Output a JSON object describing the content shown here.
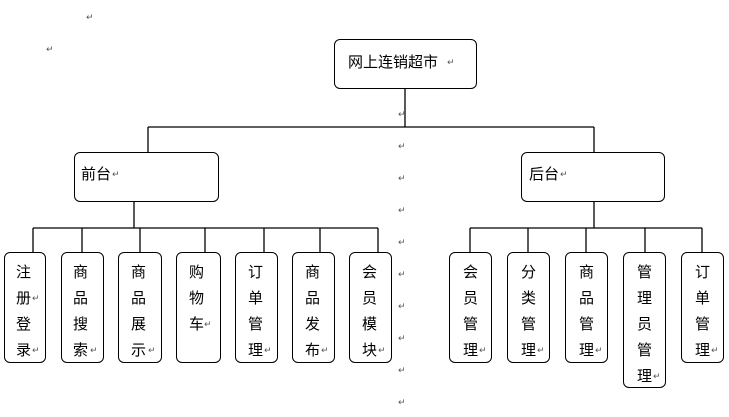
{
  "diagram": {
    "root": "网上连销超市",
    "front": {
      "label": "前台",
      "children": [
        "注册登录",
        "商品搜索",
        "商品展示",
        "购物车",
        "订单管理",
        "商品发布",
        "会员模块"
      ]
    },
    "back": {
      "label": "后台",
      "children": [
        "会员管理",
        "分类管理",
        "商品管理",
        "管理员管理",
        "订单管理"
      ]
    },
    "paragraph_mark": "↵"
  }
}
